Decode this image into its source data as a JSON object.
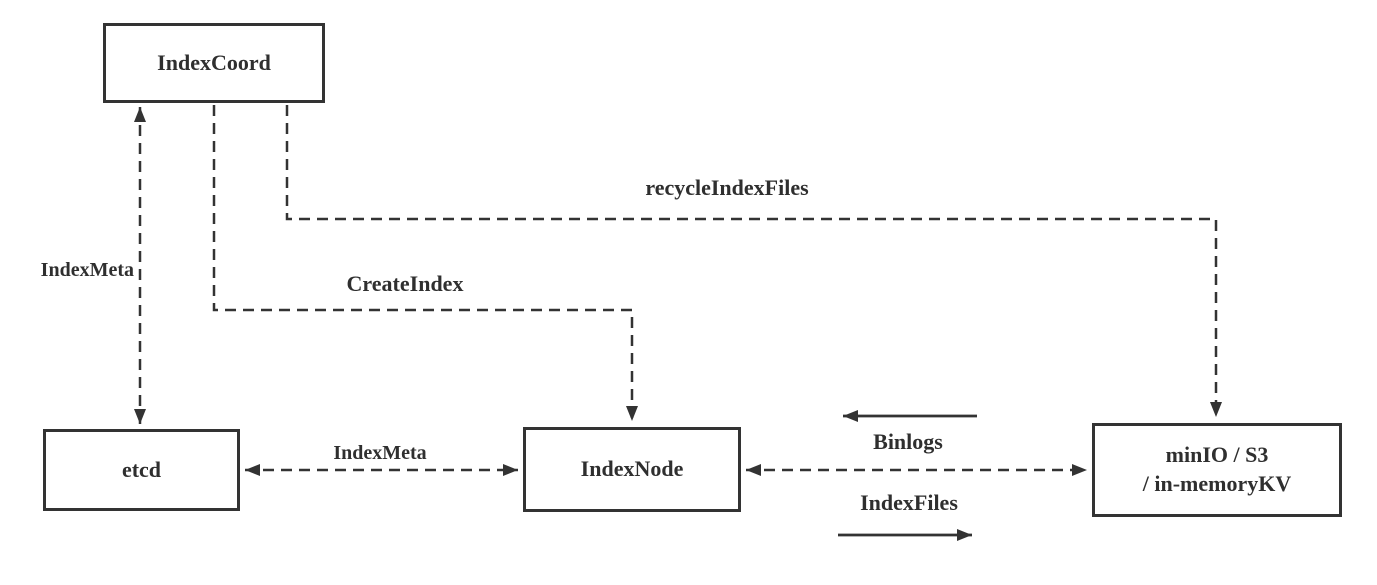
{
  "diagram": {
    "nodes": {
      "indexcoord": {
        "label": "IndexCoord"
      },
      "etcd": {
        "label": "etcd"
      },
      "indexnode": {
        "label": "IndexNode"
      },
      "storage": {
        "label_line1": "minIO / S3",
        "label_line2": "/ in-memoryKV"
      }
    },
    "edges": {
      "indexcoord_etcd": {
        "label": "IndexMeta",
        "style": "dashed",
        "direction": "both"
      },
      "indexcoord_indexnode": {
        "label": "CreateIndex",
        "style": "dashed",
        "direction": "one-way"
      },
      "indexcoord_storage": {
        "label": "recycleIndexFiles",
        "style": "dashed",
        "direction": "one-way"
      },
      "etcd_indexnode": {
        "label": "IndexMeta",
        "style": "dashed",
        "direction": "both"
      },
      "indexnode_storage": {
        "label": "",
        "style": "dashed",
        "direction": "both"
      },
      "binlogs_flow": {
        "label": "Binlogs",
        "style": "solid",
        "direction": "toward-indexnode"
      },
      "indexfiles_flow": {
        "label": "IndexFiles",
        "style": "solid",
        "direction": "toward-storage"
      }
    },
    "colors": {
      "stroke": "#333333",
      "text": "#2f2f2f",
      "node_fill": "#ffffff",
      "background": "#ffffff"
    }
  }
}
